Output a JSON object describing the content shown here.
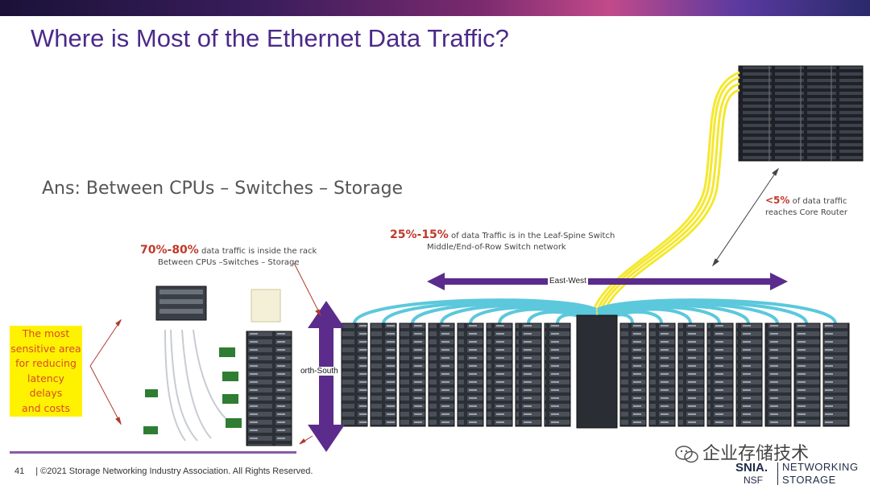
{
  "slide": {
    "title": "Where is Most of the Ethernet Data Traffic?",
    "answer": "Ans: Between CPUs – Switches – Storage"
  },
  "stats": {
    "rack": {
      "highlight": "70%-80%",
      "line1": " data traffic is inside the rack",
      "line2": "Between CPUs –Switches – Storage"
    },
    "leaf_spine": {
      "highlight": "25%-15%",
      "line1": " of data Traffic is in the Leaf-Spine Switch",
      "line2": "Middle/End-of-Row Switch network"
    },
    "core": {
      "highlight": "<5%",
      "line1": " of data traffic",
      "line2": "reaches Core Router"
    }
  },
  "callout": {
    "line1": "The most",
    "line2": "sensitive area",
    "line3": "for reducing",
    "line4": "latency delays",
    "line5": "and costs"
  },
  "diagram": {
    "north_south_label": "orth-South",
    "east_west_label": "East-West"
  },
  "footer": {
    "page_number": "41",
    "copyright": "| ©2021 Storage Networking Industry Association. All Rights Reserved."
  },
  "watermark": {
    "text": "企业存储技术",
    "icon": "wechat-icon"
  },
  "logo": {
    "left_top": "SNIA.",
    "left_bottom": "NSF",
    "right_top": "NETWORKING",
    "right_bottom": "STORAGE"
  },
  "colors": {
    "title": "#4b2a8a",
    "accent_red": "#c0392b",
    "arrow_purple": "#5b2c8c",
    "cable_cyan": "#5bc8dc",
    "cable_yellow": "#f4e830",
    "highlight_yellow": "#fff200"
  }
}
